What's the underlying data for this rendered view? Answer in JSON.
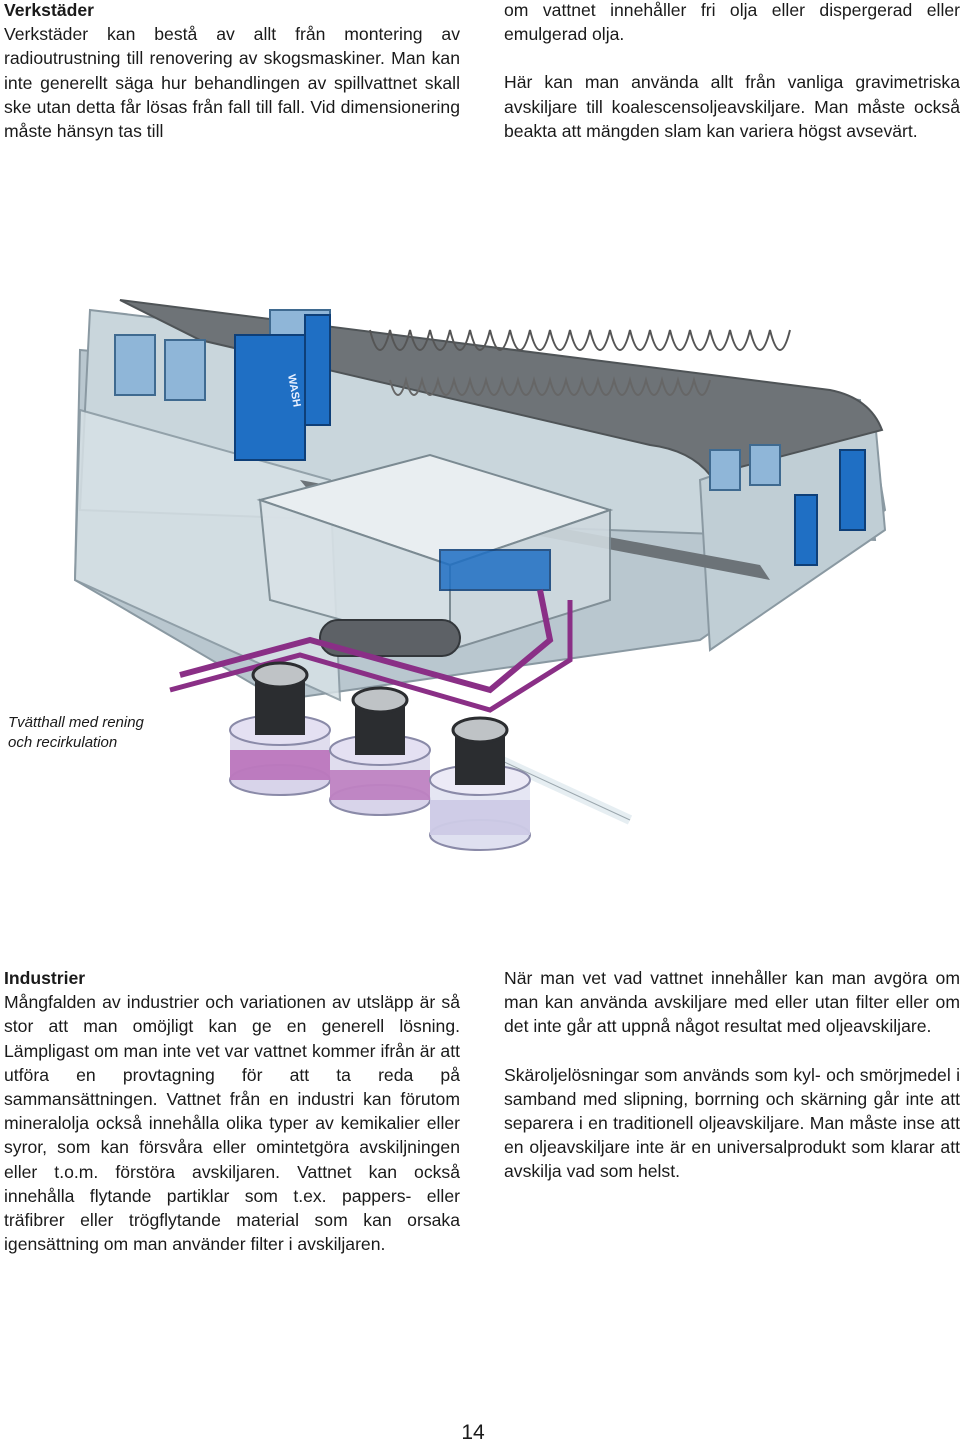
{
  "sections": {
    "verkstader": {
      "heading": "Verkstäder",
      "text": "Verkstäder kan bestå av allt från montering av radioutrustning till renovering av skogsmaskiner. Man kan inte generellt säga hur behandlingen av spillvattnet skall ske utan detta får lösas från fall till fall. Vid dimensionering måste hänsyn tas till"
    },
    "verkstader_cont": {
      "text1": "om vattnet innehåller fri olja eller dispergerad eller emulgerad olja.",
      "text2": "Här kan man använda allt från vanliga gravimetriska avskiljare till koalescensoljeavskiljare. Man måste också beakta att mängden slam kan variera högst avsevärt."
    },
    "industrier": {
      "heading": "Industrier",
      "text": "Mångfalden av industrier och variationen av utsläpp är så stor att man omöjligt kan ge en generell lösning. Lämpligast om man inte vet var vattnet kommer ifrån är att utföra en provtagning för att ta reda på sammansättningen. Vattnet från en industri kan förutom mineralolja också innehålla olika typer av kemikalier eller syror, som kan försvåra eller omintetgöra avskiljningen eller t.o.m. förstöra avskiljaren. Vattnet kan också innehålla flytande partiklar som t.ex. pappers- eller träfibrer eller trögflytande material som kan orsaka igensättning om man använder filter i avskiljaren."
    },
    "industrier_cont": {
      "text1": "När man vet vad vattnet innehåller kan man avgöra om man kan använda avskiljare med eller utan filter eller om det inte går att uppnå något resultat med oljeavskiljare.",
      "text2": "Skäroljelösningar som används som kyl- och smörjmedel i samband med slipning, borrning och skärning går inte att separera i en traditionell oljeavskiljare. Man måste inse att en oljeavskiljare inte är en universalprodukt som klarar att avskilja vad som helst."
    }
  },
  "illustration": {
    "caption_line1": "Tvätthall med rening",
    "caption_line2": "och recirkulation",
    "wash_sign": "WASH",
    "colors": {
      "roof": "#6e7377",
      "wall": "#c9d6dc",
      "blue": "#1f6fc4",
      "pipe": "#8a2f86",
      "tank_liquid": "#b76bb7",
      "tank_glass": "#d8d4ea"
    }
  },
  "page": {
    "number": "14"
  }
}
